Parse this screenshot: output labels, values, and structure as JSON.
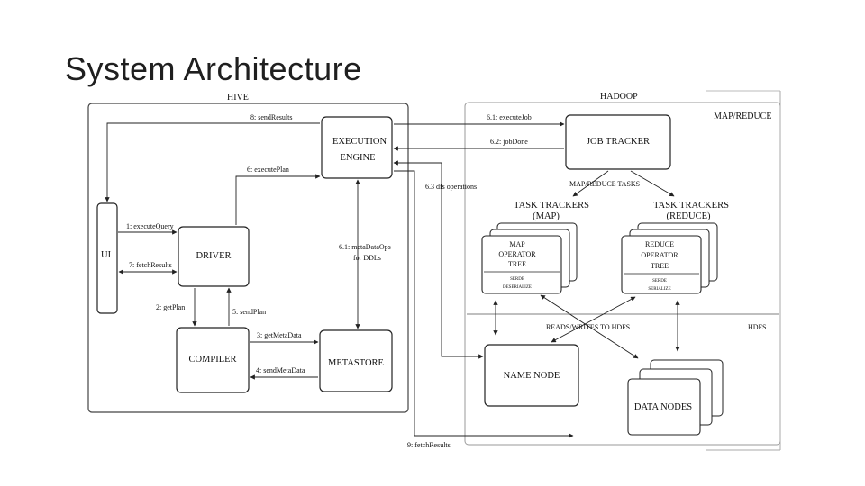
{
  "title": "System Architecture",
  "diagram": {
    "hive_label": "HIVE",
    "hadoop_label": "HADOOP",
    "mapreduce_label": "MAP/REDUCE",
    "hdfs_label": "HDFS",
    "nodes": {
      "ui": "UI",
      "driver": "DRIVER",
      "compiler": "COMPILER",
      "metastore": "METASTORE",
      "exec_line1": "EXECUTION",
      "exec_line2": "ENGINE",
      "job_tracker": "JOB TRACKER",
      "tt_map_line1": "TASK TRACKERS",
      "tt_map_line2": "(MAP)",
      "tt_reduce_line1": "TASK TRACKERS",
      "tt_reduce_line2": "(REDUCE)",
      "map_tree_1": "MAP",
      "map_tree_2": "OPERATOR",
      "map_tree_3": "TREE",
      "reduce_tree_1": "REDUCE",
      "reduce_tree_2": "OPERATOR",
      "reduce_tree_3": "TREE",
      "serde_1": "SERDE",
      "serde_2": "DESERIALIZE",
      "serde_r1": "SERDE",
      "serde_r2": "SERIALIZE",
      "name_node": "NAME NODE",
      "data_nodes": "DATA NODES"
    },
    "edges": {
      "execute_query": "1: executeQuery",
      "get_plan": "2: getPlan",
      "get_meta_data": "3: getMetaData",
      "send_meta_data": "4: sendMetaData",
      "send_plan": "5: sendPlan",
      "execute_plan": "6: executePlan",
      "execute_job": "6.1: executeJob",
      "job_done": "6.2: jobDone",
      "dfs_ops": "6.3 dfs operations",
      "meta_ops_1": "6.1: metaDataOps",
      "meta_ops_2": "for DDLs",
      "fetch_results": "7: fetchResults",
      "send_results": "8: sendResults",
      "fetch_results_9": "9: fetchResults",
      "mr_tasks": "MAP/REDUCE TASKS",
      "reads_writes": "READS/WRITES TO HDFS"
    }
  }
}
